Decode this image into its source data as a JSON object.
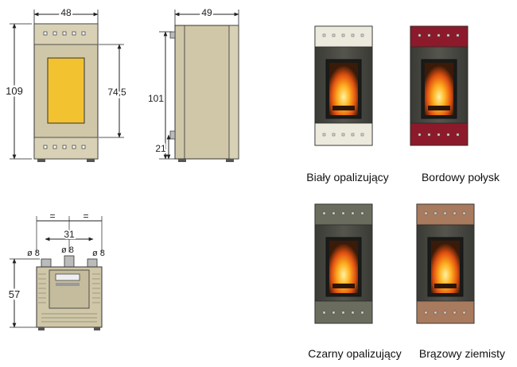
{
  "drawings": {
    "front": {
      "width": "48",
      "height": "109",
      "opening_height": "74,5"
    },
    "side": {
      "depth": "49",
      "height": "101",
      "outlet_height": "21"
    },
    "rear": {
      "equal_left": "=",
      "equal_right": "=",
      "spacing": "31",
      "diam_left": "ø 8",
      "diam_center": "ø 8",
      "diam_right": "ø 8",
      "height": "57"
    }
  },
  "variants": [
    {
      "label": "Biały opalizujący",
      "panel_color": "#ece9dd"
    },
    {
      "label": "Bordowy połysk",
      "panel_color": "#8c1a2a"
    },
    {
      "label": "Czarny opalizujący",
      "panel_color": "#6a6c5e"
    },
    {
      "label": "Brązowy ziemisty",
      "panel_color": "#a87a5e"
    }
  ],
  "colors": {
    "drawing_body": "#cfc7a8",
    "drawing_line": "#333333",
    "glass": "#f2c230",
    "stove_body": "#4a4a44"
  }
}
